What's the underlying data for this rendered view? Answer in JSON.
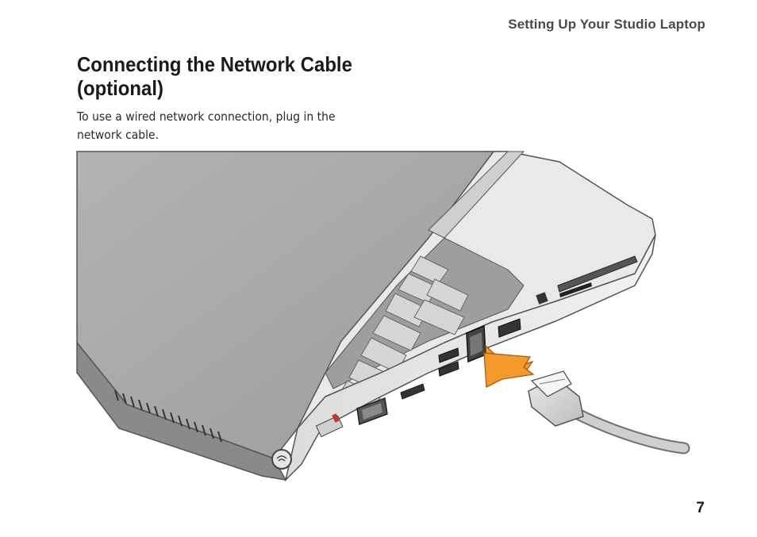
{
  "header": {
    "running_title": "Setting Up Your Studio Laptop"
  },
  "section": {
    "title_line1": "Connecting the Network Cable",
    "title_line2": "(optional)",
    "intro": "To use a wired network connection, plug in the network cable."
  },
  "illustration": {
    "arrow_color": "#f39a2b",
    "laptop_body_color": "#a9a9a9",
    "icons": [
      "laptop-illustration",
      "network-cable-icon",
      "rj45-port-icon",
      "usb-port-icon",
      "hdmi-port-icon",
      "vga-port-icon",
      "media-card-slot-icon",
      "wireless-switch-icon"
    ]
  },
  "footer": {
    "page_number": "7"
  }
}
